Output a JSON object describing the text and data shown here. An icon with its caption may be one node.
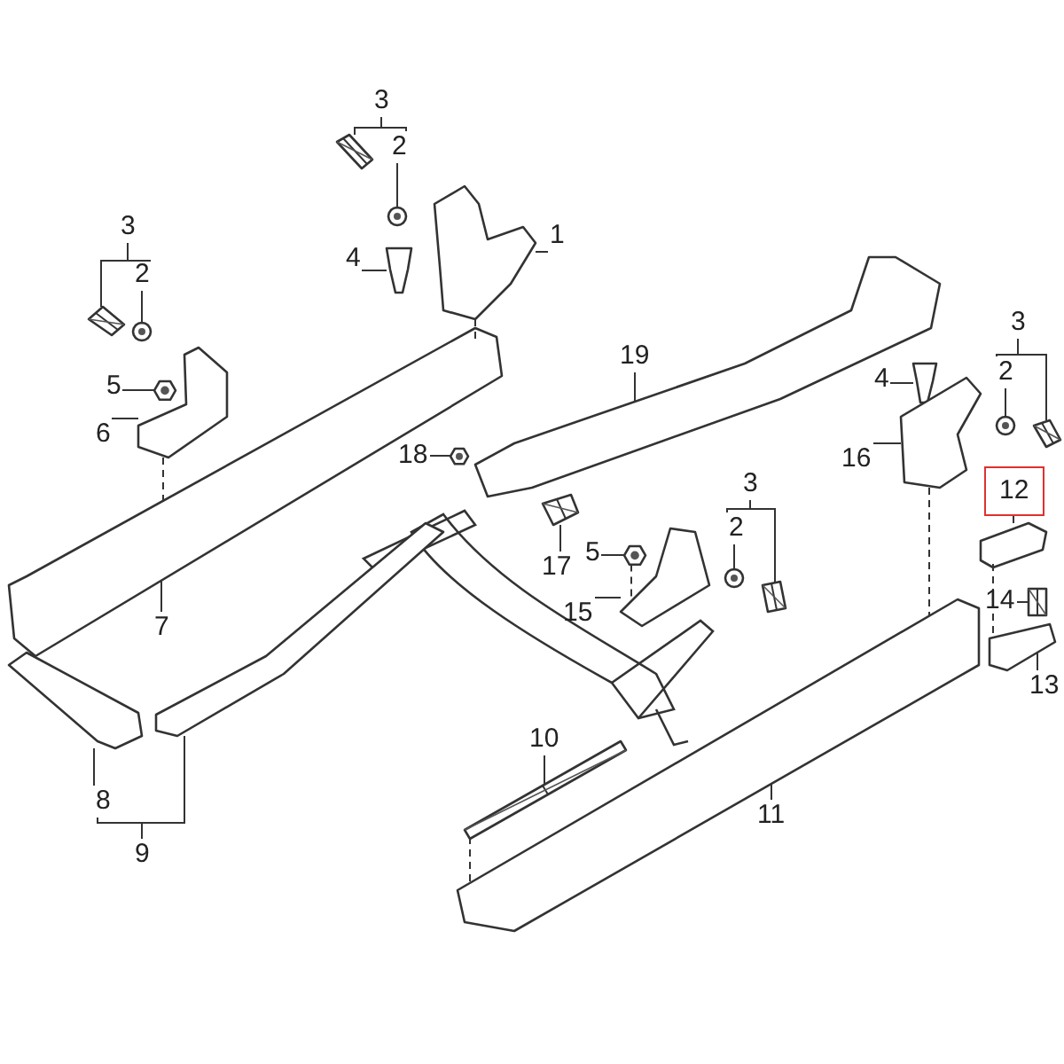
{
  "diagram": {
    "nodes": [
      {
        "text": [
          "3"
        ]
      },
      {
        "text": [],
        "shape": "picture"
      },
      {
        "text": [
          "2"
        ]
      },
      {
        "text": [],
        "shape": "picture"
      },
      {
        "text": [
          "1"
        ]
      },
      {
        "text": [],
        "shape": "picture"
      },
      {
        "text": [
          "4"
        ]
      },
      {
        "text": [],
        "shape": "picture"
      },
      {
        "text": [
          "3"
        ]
      },
      {
        "text": [],
        "shape": "picture"
      },
      {
        "text": [
          "2"
        ]
      },
      {
        "text": [],
        "shape": "picture"
      },
      {
        "text": [
          "5"
        ]
      },
      {
        "text": [],
        "shape": "picture"
      },
      {
        "text": [
          "6"
        ]
      },
      {
        "text": [],
        "shape": "picture"
      },
      {
        "text": [
          "7"
        ]
      },
      {
        "text": [],
        "shape": "picture"
      },
      {
        "text": [
          "19"
        ]
      },
      {
        "text": [],
        "shape": "picture"
      },
      {
        "text": [
          "18"
        ]
      },
      {
        "text": [],
        "shape": "picture"
      },
      {
        "text": [
          "4"
        ]
      },
      {
        "text": [],
        "shape": "picture"
      },
      {
        "text": [
          "3"
        ]
      },
      {
        "text": [],
        "shape": "picture"
      },
      {
        "text": [
          "2"
        ]
      },
      {
        "text": [],
        "shape": "picture"
      },
      {
        "text": [
          "16"
        ]
      },
      {
        "text": [],
        "shape": "picture"
      },
      {
        "text": [
          "12"
        ]
      },
      {
        "text": [],
        "shape": "picture"
      },
      {
        "text": [
          "17"
        ]
      },
      {
        "text": [],
        "shape": "picture"
      },
      {
        "text": [
          "5"
        ]
      },
      {
        "text": [],
        "shape": "picture"
      },
      {
        "text": [
          "3"
        ]
      },
      {
        "text": [],
        "shape": "picture"
      },
      {
        "text": [
          "2"
        ]
      },
      {
        "text": [],
        "shape": "picture"
      },
      {
        "text": [
          "15"
        ]
      },
      {
        "text": [],
        "shape": "picture"
      },
      {
        "text": [
          "14"
        ]
      },
      {
        "text": [],
        "shape": "picture"
      },
      {
        "text": [
          "13"
        ]
      },
      {
        "text": [],
        "shape": "picture"
      },
      {
        "text": [
          "10"
        ]
      },
      {
        "text": [],
        "shape": "picture"
      },
      {
        "text": [
          "11"
        ]
      },
      {
        "text": [],
        "shape": "picture"
      },
      {
        "text": [
          "8"
        ]
      },
      {
        "text": [],
        "shape": "picture"
      },
      {
        "text": [
          "9"
        ]
      },
      {
        "text": [],
        "shape": "picture"
      }
    ],
    "edges": [
      {
        "from": 0,
        "to": 1,
        "arrow": "none"
      },
      {
        "from": 2,
        "to": 3,
        "arrow": "none"
      },
      {
        "from": 4,
        "to": 5,
        "arrow": "none"
      },
      {
        "from": 6,
        "to": 7,
        "arrow": "none"
      },
      {
        "from": 8,
        "to": 9,
        "arrow": "none"
      },
      {
        "from": 10,
        "to": 11,
        "arrow": "none"
      },
      {
        "from": 12,
        "to": 13,
        "arrow": "none"
      },
      {
        "from": 14,
        "to": 15,
        "arrow": "none"
      },
      {
        "from": 16,
        "to": 17,
        "arrow": "none"
      },
      {
        "from": 18,
        "to": 19,
        "arrow": "none"
      },
      {
        "from": 20,
        "to": 21,
        "arrow": "none"
      },
      {
        "from": 22,
        "to": 23,
        "arrow": "none"
      },
      {
        "from": 24,
        "to": 25,
        "arrow": "none"
      },
      {
        "from": 26,
        "to": 27,
        "arrow": "none"
      },
      {
        "from": 28,
        "to": 29,
        "arrow": "none"
      },
      {
        "from": 30,
        "to": 31,
        "arrow": "none"
      },
      {
        "from": 32,
        "to": 33,
        "arrow": "none"
      },
      {
        "from": 34,
        "to": 35,
        "arrow": "none"
      },
      {
        "from": 36,
        "to": 37,
        "arrow": "none"
      },
      {
        "from": 38,
        "to": 39,
        "arrow": "none"
      },
      {
        "from": 40,
        "to": 41,
        "arrow": "none"
      },
      {
        "from": 42,
        "to": 43,
        "arrow": "none"
      },
      {
        "from": 44,
        "to": 45,
        "arrow": "none"
      },
      {
        "from": 46,
        "to": 47,
        "arrow": "none"
      },
      {
        "from": 48,
        "to": 49,
        "arrow": "none"
      },
      {
        "from": 50,
        "to": 51,
        "arrow": "none"
      },
      {
        "from": 52,
        "to": 53,
        "arrow": "none"
      },
      {
        "from": 15,
        "to": 17,
        "arrow": "none",
        "style": "dashed"
      },
      {
        "from": 5,
        "to": 17,
        "arrow": "none",
        "style": "dashed"
      },
      {
        "from": 29,
        "to": 49,
        "arrow": "none",
        "style": "dashed"
      },
      {
        "from": 31,
        "to": 45,
        "arrow": "none",
        "style": "dashed"
      },
      {
        "from": 47,
        "to": 49,
        "arrow": "none",
        "style": "dashed"
      },
      {
        "from": 35,
        "to": 41,
        "arrow": "none",
        "style": "dashed"
      },
      {
        "from": 0,
        "to": 2,
        "arrow": "none"
      },
      {
        "from": 8,
        "to": 10,
        "arrow": "none"
      },
      {
        "from": 24,
        "to": 26,
        "arrow": "none"
      },
      {
        "from": 36,
        "to": 38,
        "arrow": "none"
      },
      {
        "from": 52,
        "to": 50,
        "arrow": "none"
      }
    ]
  }
}
